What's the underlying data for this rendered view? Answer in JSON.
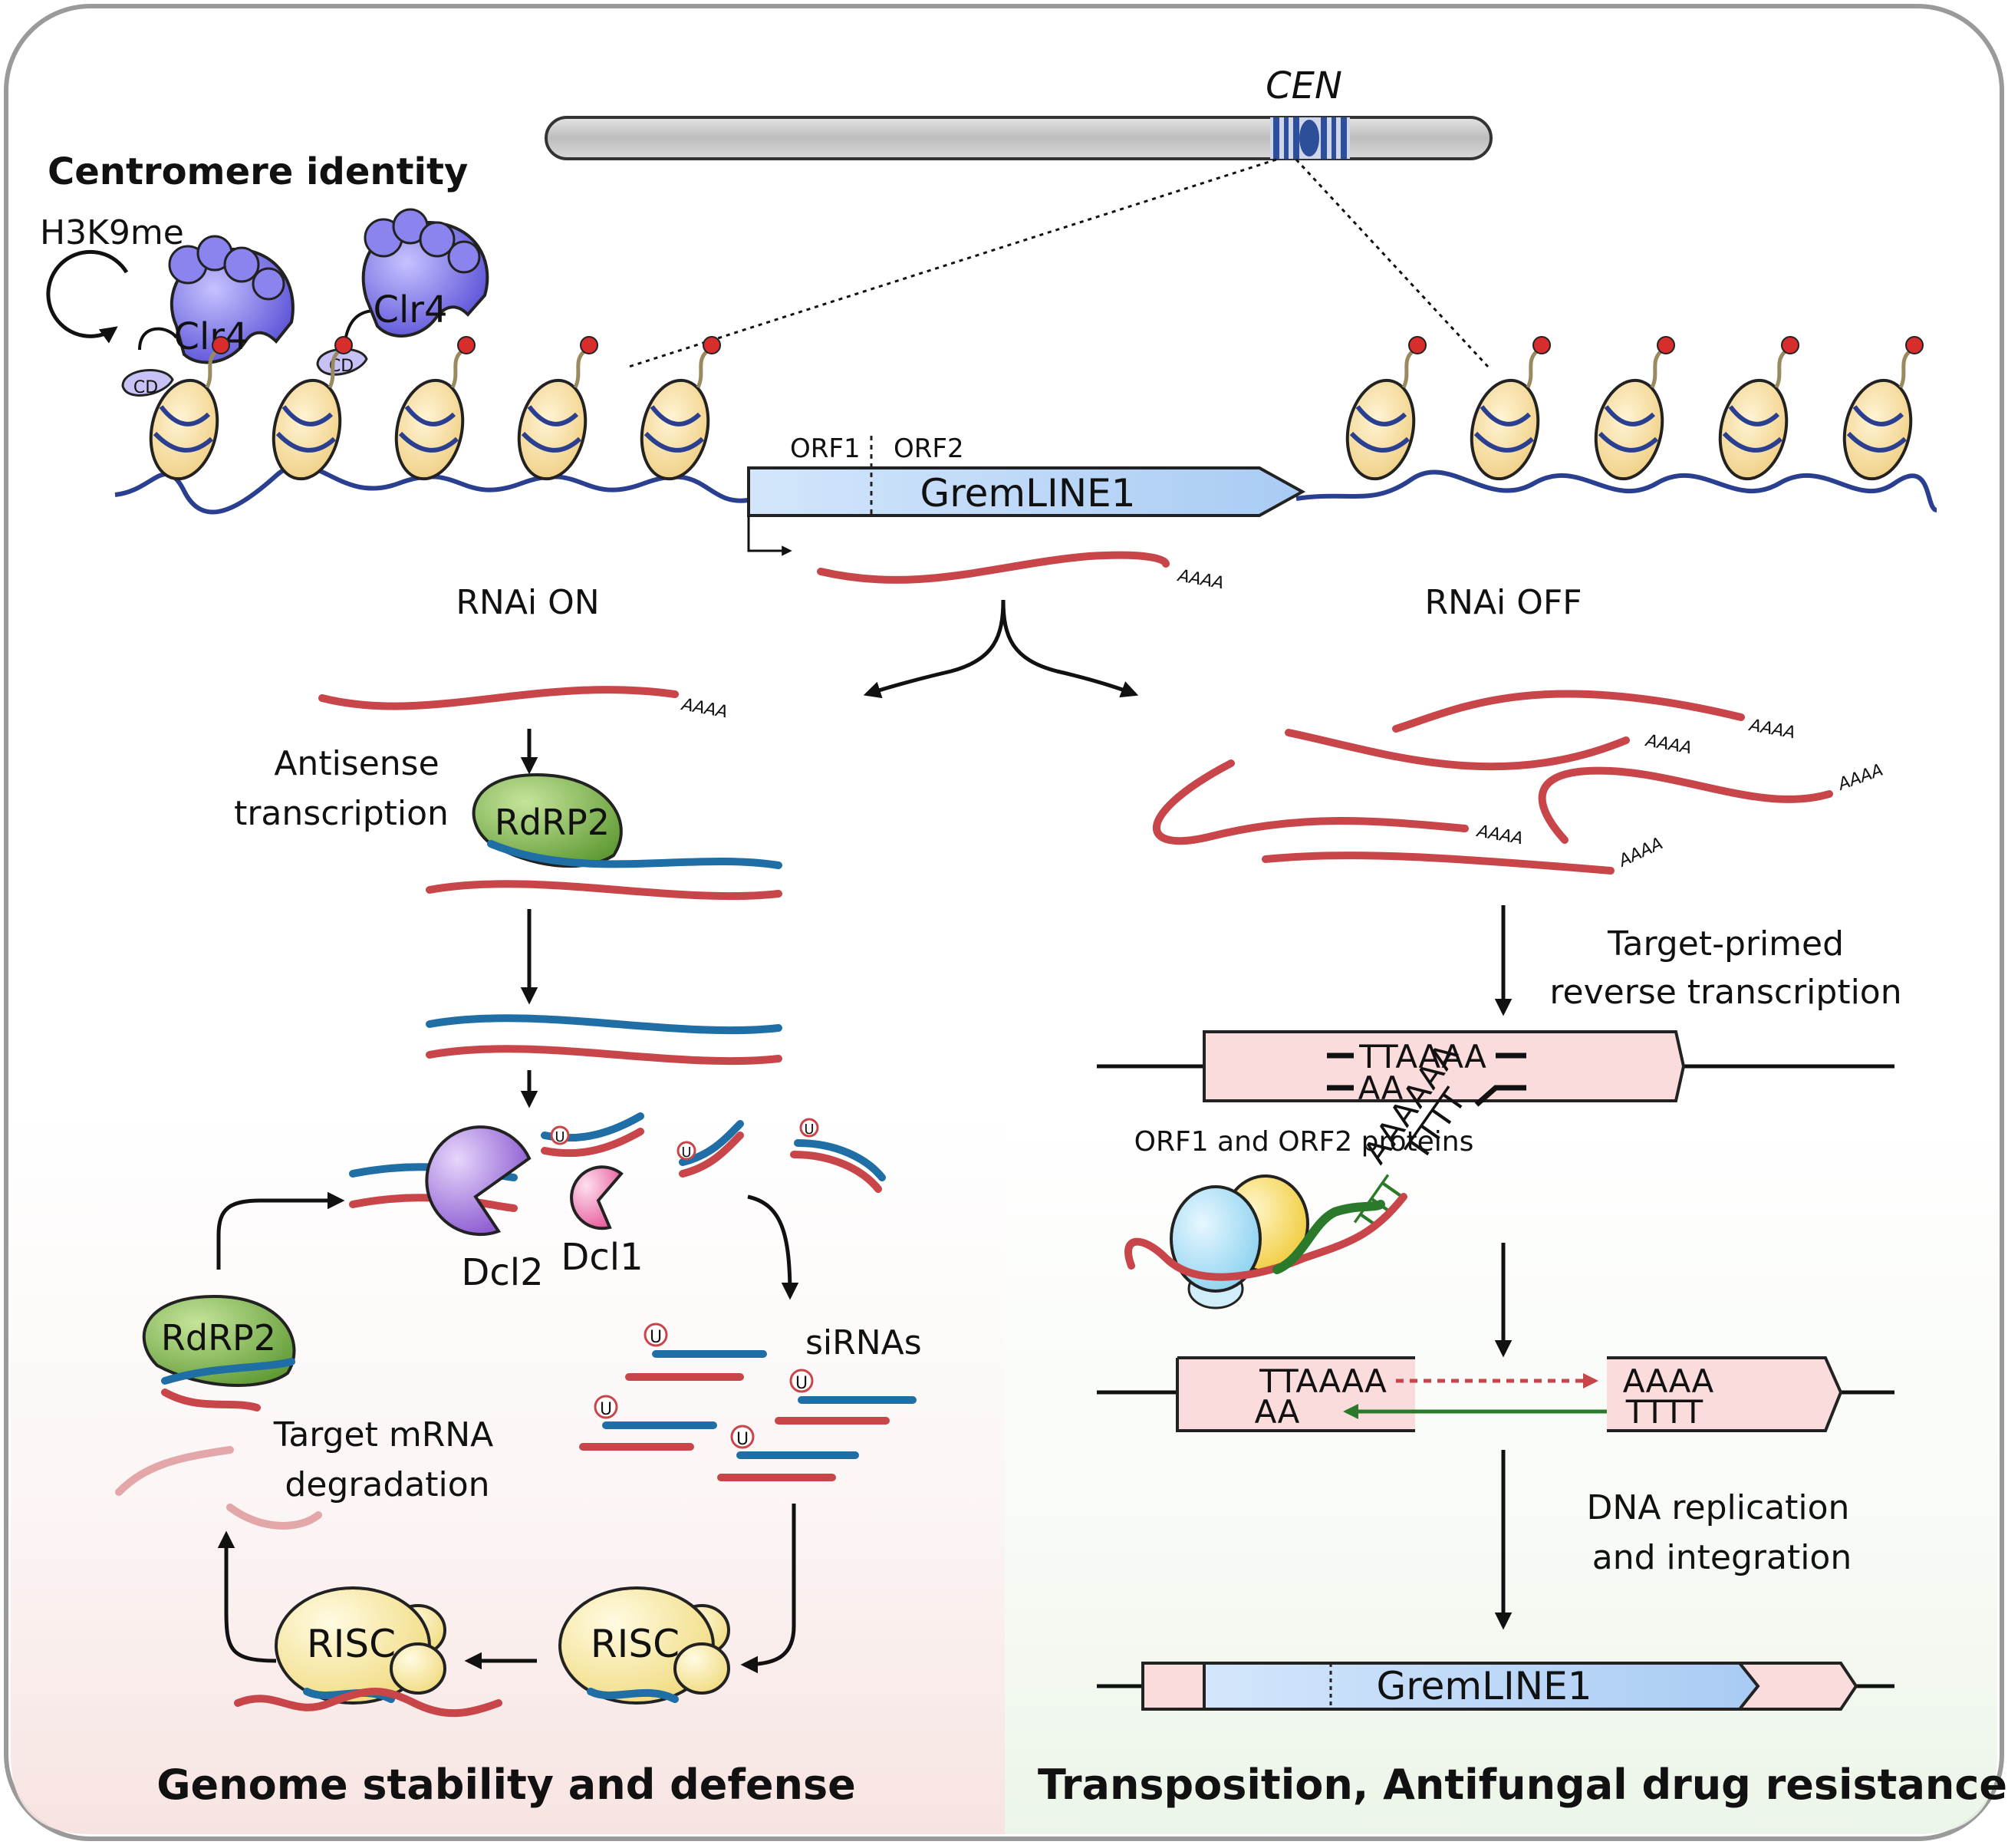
{
  "chromosome": {
    "cen_label": "CEN"
  },
  "centromere": {
    "title": "Centromere identity",
    "mark": "H3K9me",
    "enzyme": "Clr4",
    "domain": "CD"
  },
  "element": {
    "orf1": "ORF1",
    "orf2": "ORF2",
    "name": "GremLINE1",
    "polyA": "AAAA"
  },
  "rnai_on": {
    "header": "RNAi ON",
    "antisense_1": "Antisense",
    "antisense_2": "transcription",
    "rdrp": "RdRP2",
    "dcl2": "Dcl2",
    "dcl1": "Dcl1",
    "u": "U",
    "sirnas": "siRNAs",
    "risc": "RISC",
    "target_1": "Target mRNA",
    "target_2": "degradation",
    "footer": "Genome stability and defense"
  },
  "rnai_off": {
    "header": "RNAi OFF",
    "tprt_1": "Target-primed",
    "tprt_2": "reverse transcription",
    "ttaaaa": "TTAAAA",
    "aa": "AA",
    "aaaaaa": "AAAAAA",
    "tttt": "TTTT",
    "ttt": "TTT",
    "proteins": "ORF1 and ORF2 proteins",
    "aaaa": "AAAA",
    "rep_1": "DNA replication",
    "rep_2": "and integration",
    "element": "GremLINE1",
    "footer": "Transposition, Antifungal drug resistance"
  },
  "colors": {
    "rna": "#c8454a",
    "dna": "#1f6fa6",
    "clr4": "#7b73e6",
    "nucleosome": "#f8dfa0",
    "element": "#b8d6f7",
    "tsd": "#fadadd",
    "rdrp": "#8fbf5a",
    "dcl2": "#9a6fd6",
    "dcl1": "#f07ab0",
    "risc": "#f8e9a6"
  }
}
